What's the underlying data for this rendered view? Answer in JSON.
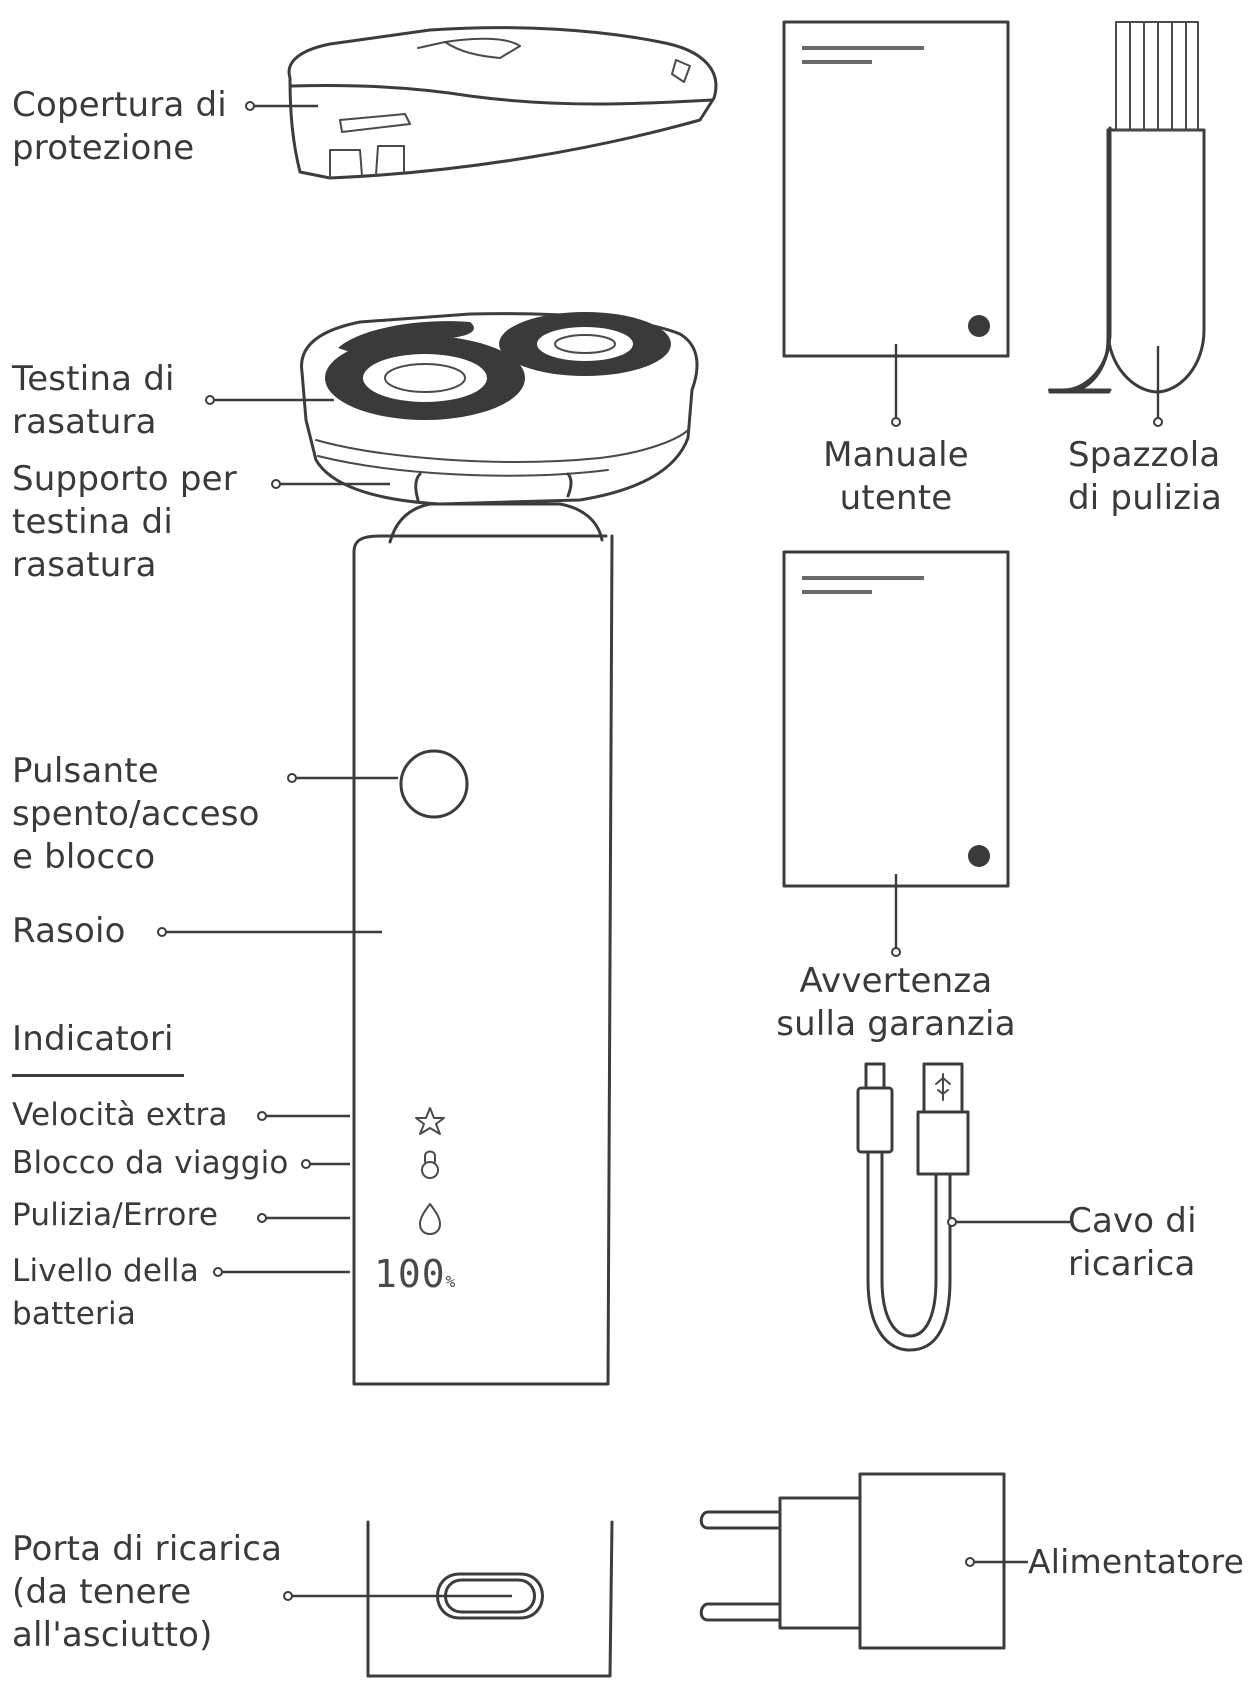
{
  "labels": {
    "copertura": [
      "Copertura di",
      "protezione"
    ],
    "testina": [
      "Testina di",
      "rasatura"
    ],
    "supporto": [
      "Supporto per",
      "testina di",
      "rasatura"
    ],
    "pulsante": [
      "Pulsante",
      "spento/acceso",
      "e blocco"
    ],
    "rasoio": "Rasoio",
    "indicatori": "Indicatori",
    "velocita": "Velocità extra",
    "blocco_viaggio": "Blocco da viaggio",
    "pulizia_errore": "Pulizia/Errore",
    "livello": [
      "Livello della",
      "batteria"
    ],
    "porta": [
      "Porta di ricarica",
      "(da tenere",
      "all'asciutto)"
    ],
    "manuale": [
      "Manuale",
      "utente"
    ],
    "spazzola": [
      "Spazzola",
      "di pulizia"
    ],
    "avvertenza": [
      "Avvertenza",
      "sulla garanzia"
    ],
    "cavo": [
      "Cavo di",
      "ricarica"
    ],
    "alimentatore": "Alimentatore"
  },
  "display": {
    "battery_value": "100",
    "unit": "%"
  },
  "icons": [
    "star-icon",
    "lock-icon",
    "drop-icon",
    "mi-logo-icon",
    "usb-icon"
  ],
  "colors": {
    "ink": "#3c3c3c",
    "text": "#3a3a3a",
    "background": "#ffffff"
  }
}
